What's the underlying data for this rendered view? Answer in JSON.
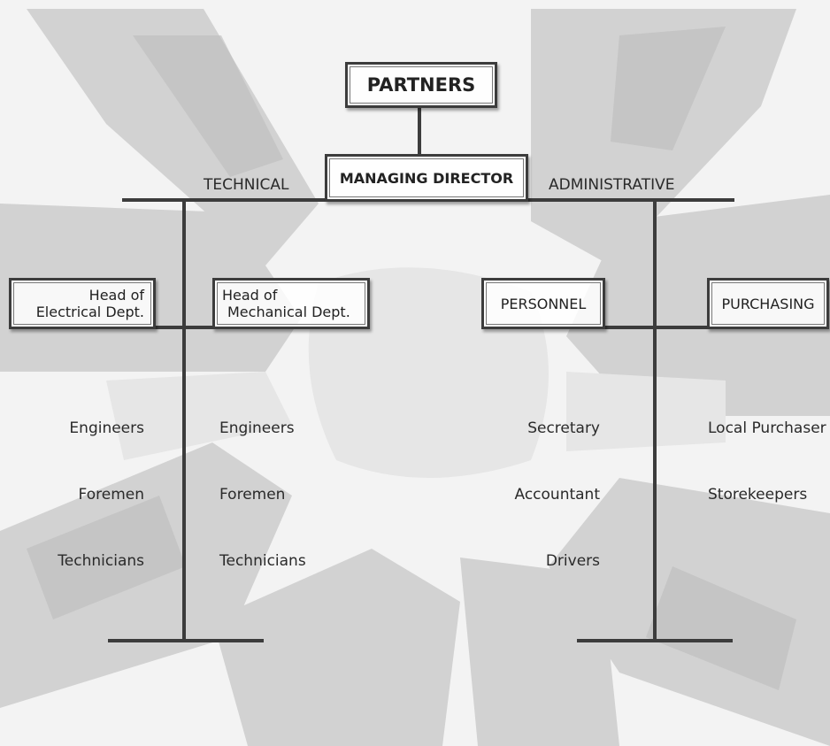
{
  "chart": {
    "top": "PARTNERS",
    "director": "MANAGING DIRECTOR",
    "technical_label": "TECHNICAL",
    "administrative_label": "ADMINISTRATIVE",
    "departments": {
      "electrical": {
        "line1": "Head of",
        "line2": "Electrical Dept."
      },
      "mechanical": {
        "line1": "Head of",
        "line2": "Mechanical Dept."
      },
      "personnel": "PERSONNEL",
      "purchasing": "PURCHASING"
    },
    "staff": {
      "electrical": [
        "Engineers",
        "Foremen",
        "Technicians"
      ],
      "mechanical": [
        "Engineers",
        "Foremen",
        "Technicians"
      ],
      "personnel": [
        "Secretary",
        "Accountant",
        "Drivers"
      ],
      "purchasing": [
        "Local Purchaser",
        "Storekeepers"
      ]
    }
  },
  "colors": {
    "line": "#3c3c3c",
    "background": "#f4f4f4"
  }
}
